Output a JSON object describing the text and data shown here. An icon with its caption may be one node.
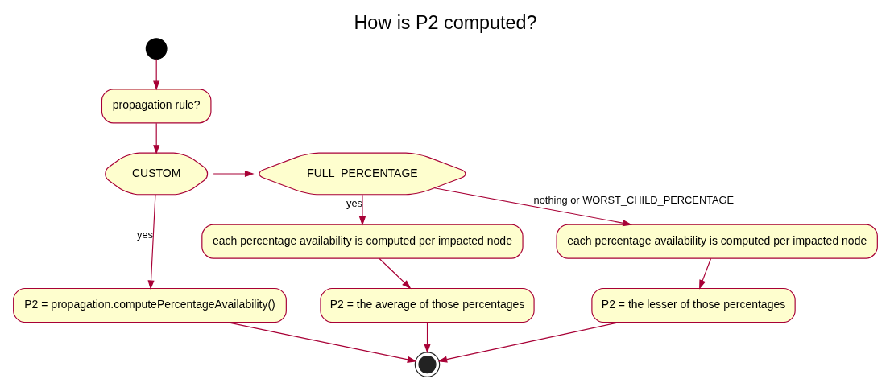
{
  "diagram": {
    "title": "How is P2 computed?",
    "nodes": [
      {
        "text": [],
        "shape": "circle"
      },
      {
        "text": [
          "propagation rule?"
        ]
      },
      {
        "text": [
          "CUSTOM"
        ]
      },
      {
        "text": [
          "FULL_PERCENTAGE"
        ]
      },
      {
        "text": [
          "P2 = propagation.computePercentageAvailability()"
        ]
      },
      {
        "text": [
          "each percentage availability is computed per impacted node"
        ]
      },
      {
        "text": [
          "P2 = the average of those percentages"
        ]
      },
      {
        "text": [
          "each percentage availability is computed per impacted node"
        ]
      },
      {
        "text": [
          "P2 = the lesser of those percentages"
        ]
      },
      {
        "text": [],
        "shape": "circle"
      }
    ],
    "edges": [
      {
        "from": 0,
        "to": 1,
        "arrow": "to"
      },
      {
        "from": 1,
        "to": 2,
        "arrow": "to"
      },
      {
        "from": 2,
        "to": 3,
        "arrow": "to"
      },
      {
        "from": 2,
        "to": 4,
        "arrow": "to",
        "label": "yes"
      },
      {
        "from": 3,
        "to": 5,
        "arrow": "to",
        "label": "yes"
      },
      {
        "from": 3,
        "to": 7,
        "arrow": "to",
        "label": "nothing or WORST_CHILD_PERCENTAGE"
      },
      {
        "from": 5,
        "to": 6,
        "arrow": "to"
      },
      {
        "from": 7,
        "to": 8,
        "arrow": "to"
      },
      {
        "from": 4,
        "to": 9,
        "arrow": "to"
      },
      {
        "from": 6,
        "to": 9,
        "arrow": "to"
      },
      {
        "from": 8,
        "to": 9,
        "arrow": "to"
      }
    ]
  }
}
